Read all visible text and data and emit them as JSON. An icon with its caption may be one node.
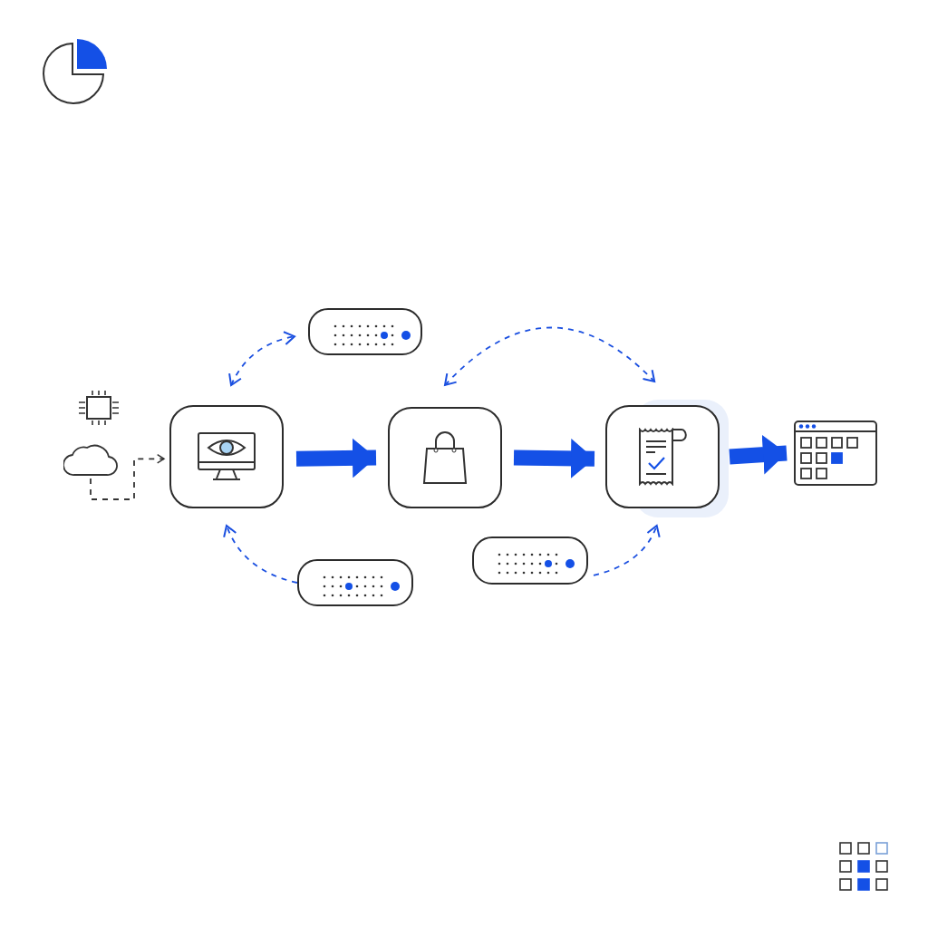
{
  "diagram": {
    "nodes": [
      {
        "text": [],
        "shape": "cloud"
      },
      {
        "text": [],
        "shape": "box"
      },
      {
        "text": [],
        "shape": "bar"
      },
      {
        "text": [],
        "shape": "bar"
      },
      {
        "text": [],
        "shape": "box"
      },
      {
        "text": [],
        "shape": "bar"
      },
      {
        "text": [],
        "shape": "box"
      },
      {
        "text": [],
        "shape": "picture"
      }
    ],
    "edges": [
      {
        "from": 0,
        "to": 1,
        "arrow": "to",
        "style": "dashed",
        "color": "#333333"
      },
      {
        "from": 1,
        "to": 2,
        "arrow": "both",
        "style": "dashed"
      },
      {
        "from": 3,
        "to": 1,
        "arrow": "to",
        "style": "dashed"
      },
      {
        "from": 1,
        "to": 4,
        "arrow": "to",
        "style": "thick"
      },
      {
        "from": 4,
        "to": 6,
        "arrow": "both",
        "style": "dashed"
      },
      {
        "from": 4,
        "to": 6,
        "arrow": "to",
        "style": "thick"
      },
      {
        "from": 5,
        "to": 6,
        "arrow": "to",
        "style": "dashed"
      },
      {
        "from": 6,
        "to": 7,
        "arrow": "to",
        "style": "thick"
      }
    ]
  }
}
